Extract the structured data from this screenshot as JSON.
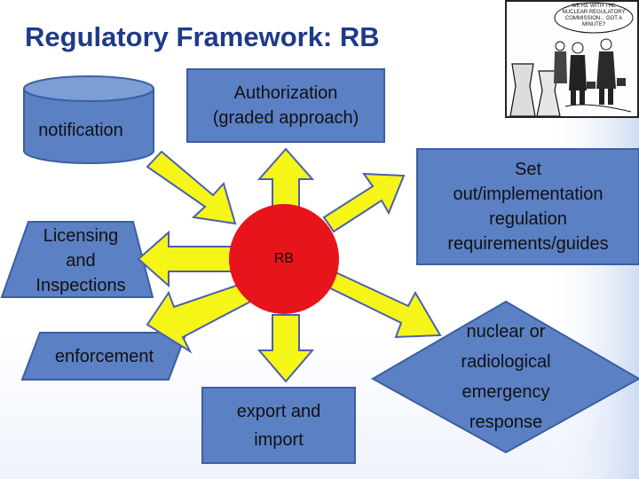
{
  "title": "Regulatory Framework: RB",
  "center": {
    "label": "RB"
  },
  "nodes": {
    "notification": "notification",
    "authorization": "Authorization\n(graded approach)",
    "licensing": "Licensing\nand\nInspections",
    "regulation": "Set\nout/implementation\nregulation\nrequirements/guides",
    "enforcement": "enforcement",
    "export": "export and\nimport",
    "emergency": "nuclear or\nradiological\nemergency\nresponse"
  },
  "cartoon": {
    "caption": "WE'RE WITH THE NUCLEAR REGULATORY COMMISSION... GOT A MINUTE?"
  },
  "colors": {
    "title": "#1f3a8a",
    "shape_fill": "#5b80c4",
    "shape_stroke": "#3c5fa3",
    "arrow_fill": "#f5f518",
    "arrow_stroke": "#4a5fb0",
    "center_fill": "#e8141c"
  }
}
